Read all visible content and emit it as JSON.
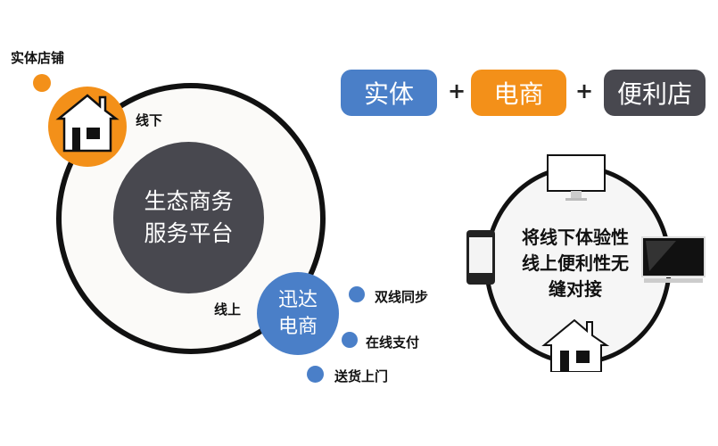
{
  "left": {
    "store_label": "实体店铺",
    "offline_label": "线下",
    "online_label": "线上",
    "center_line1": "生态商务",
    "center_line2": "服务平台",
    "ecommerce_line1": "迅达",
    "ecommerce_line2": "电商",
    "features": [
      "双线同步",
      "在线支付",
      "送货上门"
    ]
  },
  "formula": {
    "items": [
      "实体",
      "电商",
      "便利店"
    ],
    "plus": "+"
  },
  "right": {
    "line1": "将线下体验性",
    "line2": "线上便利性无",
    "line3": "缝对接"
  },
  "colors": {
    "orange": "#f39019",
    "blue": "#4a7fc8",
    "dark": "#48484f"
  }
}
